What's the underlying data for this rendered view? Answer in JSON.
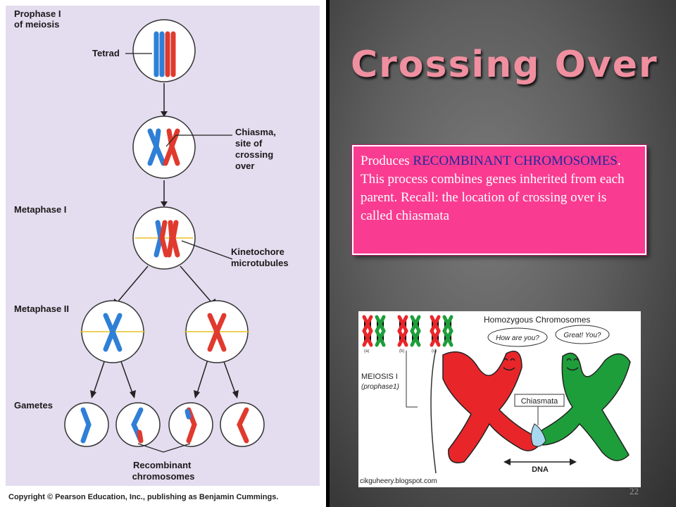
{
  "slide": {
    "title": "Crossing Over",
    "body_parts": [
      {
        "text": "Produces ",
        "highlight": false
      },
      {
        "text": "RECOMBINANT CHROMOSOMES",
        "highlight": true
      },
      {
        "text": ".  This process combines genes inherited from each parent.  Recall: the location of crossing over is called chiasmata",
        "highlight": false
      }
    ],
    "page_number": "22"
  },
  "diagram": {
    "stage_prophase": "Prophase I\nof meiosis",
    "stage_metaphase1": "Metaphase I",
    "stage_metaphase2": "Metaphase II",
    "stage_gametes": "Gametes",
    "label_tetrad": "Tetrad",
    "label_chiasma": "Chiasma,\nsite of\ncrossing\nover",
    "label_kinetochore": "Kinetochore\nmicrotubules",
    "label_recombinant": "Recombinant\nchromosomes",
    "copyright": "Copyright © Pearson Education, Inc., publishing as Benjamin Cummings.",
    "colors": {
      "maternal": "#2f7fd6",
      "paternal": "#e03a2e",
      "background": "#e4dcef"
    }
  },
  "cartoon": {
    "heading": "Homozygous Chromosomes",
    "bubble_left": "How are you?",
    "bubble_right": "Great! You?",
    "label_meiosis": "MEIOSIS I",
    "label_prophase": "(prophase1)",
    "label_chiasmata": "Chiasmata",
    "label_dna": "DNA",
    "credit": "cikguheery.blogspot.com",
    "small_labels": [
      "(a)",
      "(b)",
      "(c)"
    ],
    "colors": {
      "red": "#e8262a",
      "green": "#1e9e3a",
      "chiasma": "#a8d8f0"
    }
  }
}
